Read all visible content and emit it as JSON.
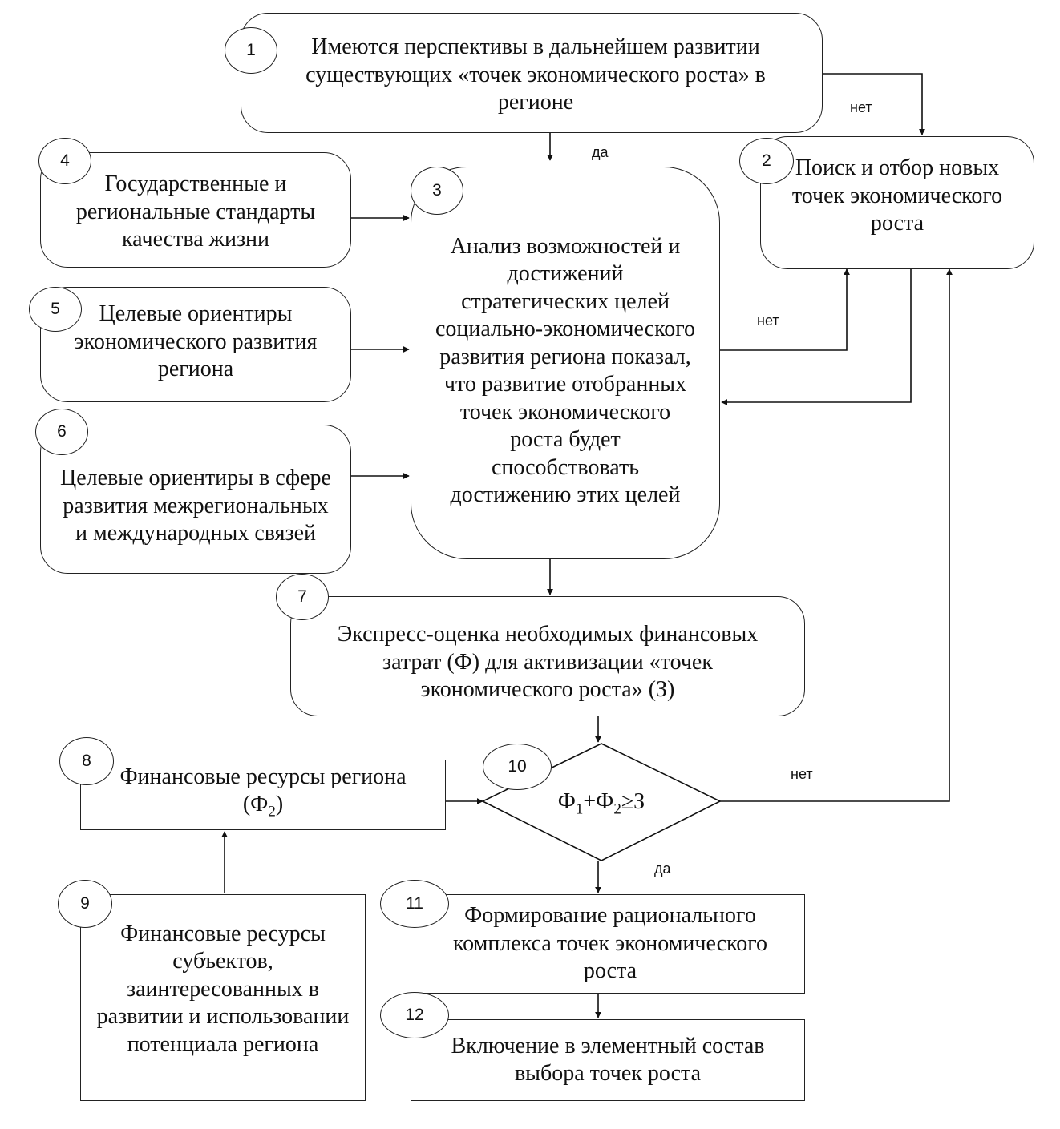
{
  "nodes": {
    "n1": {
      "number": "1",
      "text": "Имеются перспективы в дальнейшем развитии существующих «точек экономического роста» в регионе"
    },
    "n2": {
      "number": "2",
      "text": "Поиск и отбор новых точек экономического роста"
    },
    "n3": {
      "number": "3",
      "text": "Анализ возможностей и достижений стратегических целей социально-экономического развития региона показал, что развитие отобранных точек экономического роста будет способствовать достижению этих целей"
    },
    "n4": {
      "number": "4",
      "text": "Государственные и региональные стандарты качества жизни"
    },
    "n5": {
      "number": "5",
      "text": "Целевые ориентиры экономического развития региона"
    },
    "n6": {
      "number": "6",
      "text": "Целевые ориентиры в сфере развития межрегиональных и международных связей"
    },
    "n7": {
      "number": "7",
      "text": "Экспресс-оценка необходимых финансовых затрат (Ф) для активизации «точек экономического роста» (З)"
    },
    "n8": {
      "number": "8",
      "text": "Финансовые ресурсы региона (Ф2)"
    },
    "n9": {
      "number": "9",
      "text": "Финансовые ресурсы субъектов, заинтересованных в развитии и использовании потенциала региона"
    },
    "n10": {
      "number": "10",
      "text": "Ф1+Ф2≥З"
    },
    "n11": {
      "number": "11",
      "text": "Формирование рационального комплекса точек экономического роста"
    },
    "n12": {
      "number": "12",
      "text": "Включение в элементный состав выбора точек роста"
    }
  },
  "edge_labels": {
    "yes_1_3": "да",
    "no_1_2": "нет",
    "no_3_2": "нет",
    "no_10_2": "нет",
    "yes_10_11": "да"
  }
}
